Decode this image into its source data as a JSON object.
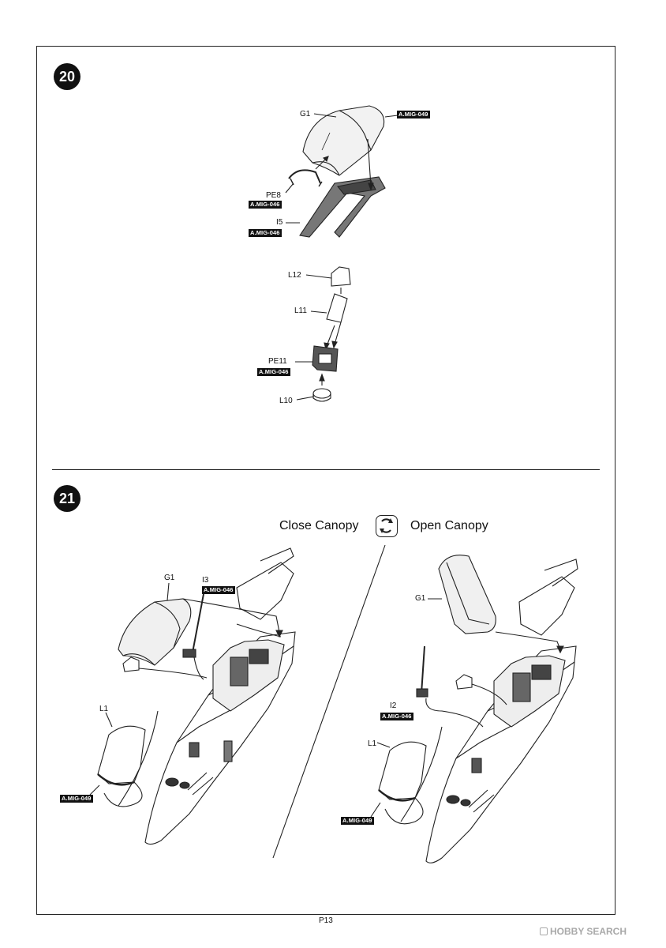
{
  "steps": [
    {
      "number": "20",
      "labels": {
        "g1": "G1",
        "pe8": "PE8",
        "i5": "I5",
        "l12": "L12",
        "l11": "L11",
        "pe11": "PE11",
        "l10": "L10"
      },
      "tags": {
        "g1_color": "A.MIG-049",
        "pe8_color": "A.MIG-046",
        "i5_color": "A.MIG-046",
        "pe11_color": "A.MIG-046"
      }
    },
    {
      "number": "21",
      "close_canopy": "Close Canopy",
      "open_canopy": "Open Canopy",
      "left": {
        "g1": "G1",
        "i3": "I3",
        "i3_color": "A.MIG-046",
        "l1": "L1",
        "l1_color": "A.MIG-049"
      },
      "right": {
        "g1": "G1",
        "i2": "I2",
        "i2_color": "A.MIG-046",
        "l1": "L1",
        "l1_color": "A.MIG-049"
      }
    }
  ],
  "footer": {
    "page": "P13",
    "logo_hobby": "HOBBY",
    "logo_search": "SEARCH"
  },
  "icons": {
    "toggle": "open-close-toggle-icon"
  }
}
